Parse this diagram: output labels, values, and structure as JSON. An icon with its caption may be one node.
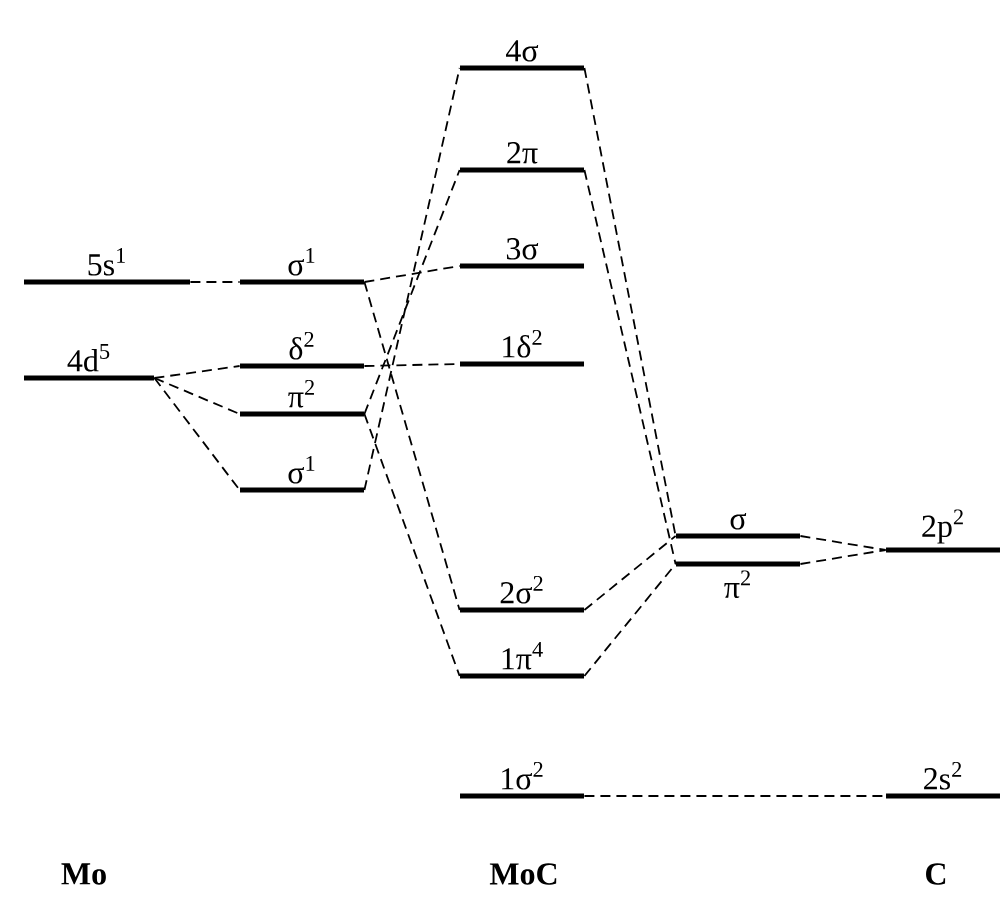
{
  "diagram": {
    "nodes": [
      {
        "text": [
          "5s$^{1}$"
        ]
      },
      {
        "text": [
          "4d$^{5}$"
        ]
      },
      {
        "text": [
          "σ$^{1}$"
        ]
      },
      {
        "text": [
          "δ$^{2}$"
        ]
      },
      {
        "text": [
          "π$^{2}$"
        ]
      },
      {
        "text": [
          "σ$^{1}$"
        ]
      },
      {
        "text": [
          "4σ"
        ]
      },
      {
        "text": [
          "2π"
        ]
      },
      {
        "text": [
          "3σ"
        ]
      },
      {
        "text": [
          "1δ$^{2}$"
        ]
      },
      {
        "text": [
          "2σ$^{2}$"
        ]
      },
      {
        "text": [
          "1π$^{4}$"
        ]
      },
      {
        "text": [
          "1σ$^{2}$"
        ]
      },
      {
        "text": [
          "σ"
        ]
      },
      {
        "text": [
          "π$^{2}$"
        ]
      },
      {
        "text": [
          "2p$^{2}$"
        ]
      },
      {
        "text": [
          "2s$^{2}$"
        ]
      }
    ],
    "edges": [
      {
        "from": 0,
        "to": 2,
        "arrow": "none",
        "style": "dashed"
      },
      {
        "from": 1,
        "to": 3,
        "arrow": "none",
        "style": "dashed"
      },
      {
        "from": 1,
        "to": 4,
        "arrow": "none",
        "style": "dashed"
      },
      {
        "from": 1,
        "to": 5,
        "arrow": "none",
        "style": "dashed"
      },
      {
        "from": 2,
        "to": 8,
        "arrow": "none",
        "style": "dashed"
      },
      {
        "from": 2,
        "to": 10,
        "arrow": "none",
        "style": "dashed"
      },
      {
        "from": 3,
        "to": 9,
        "arrow": "none",
        "style": "dashed"
      },
      {
        "from": 4,
        "to": 7,
        "arrow": "none",
        "style": "dashed"
      },
      {
        "from": 4,
        "to": 11,
        "arrow": "none",
        "style": "dashed"
      },
      {
        "from": 5,
        "to": 6,
        "arrow": "none",
        "style": "dashed"
      },
      {
        "from": 6,
        "to": 13,
        "arrow": "none",
        "style": "dashed"
      },
      {
        "from": 7,
        "to": 14,
        "arrow": "none",
        "style": "dashed"
      },
      {
        "from": 10,
        "to": 13,
        "arrow": "none",
        "style": "dashed"
      },
      {
        "from": 11,
        "to": 14,
        "arrow": "none",
        "style": "dashed"
      },
      {
        "from": 13,
        "to": 15,
        "arrow": "none",
        "style": "dashed"
      },
      {
        "from": 14,
        "to": 15,
        "arrow": "none",
        "style": "dashed"
      },
      {
        "from": 12,
        "to": 16,
        "arrow": "none",
        "style": "dashed"
      }
    ],
    "labels": [
      "Mo",
      "MoC",
      "C"
    ]
  }
}
